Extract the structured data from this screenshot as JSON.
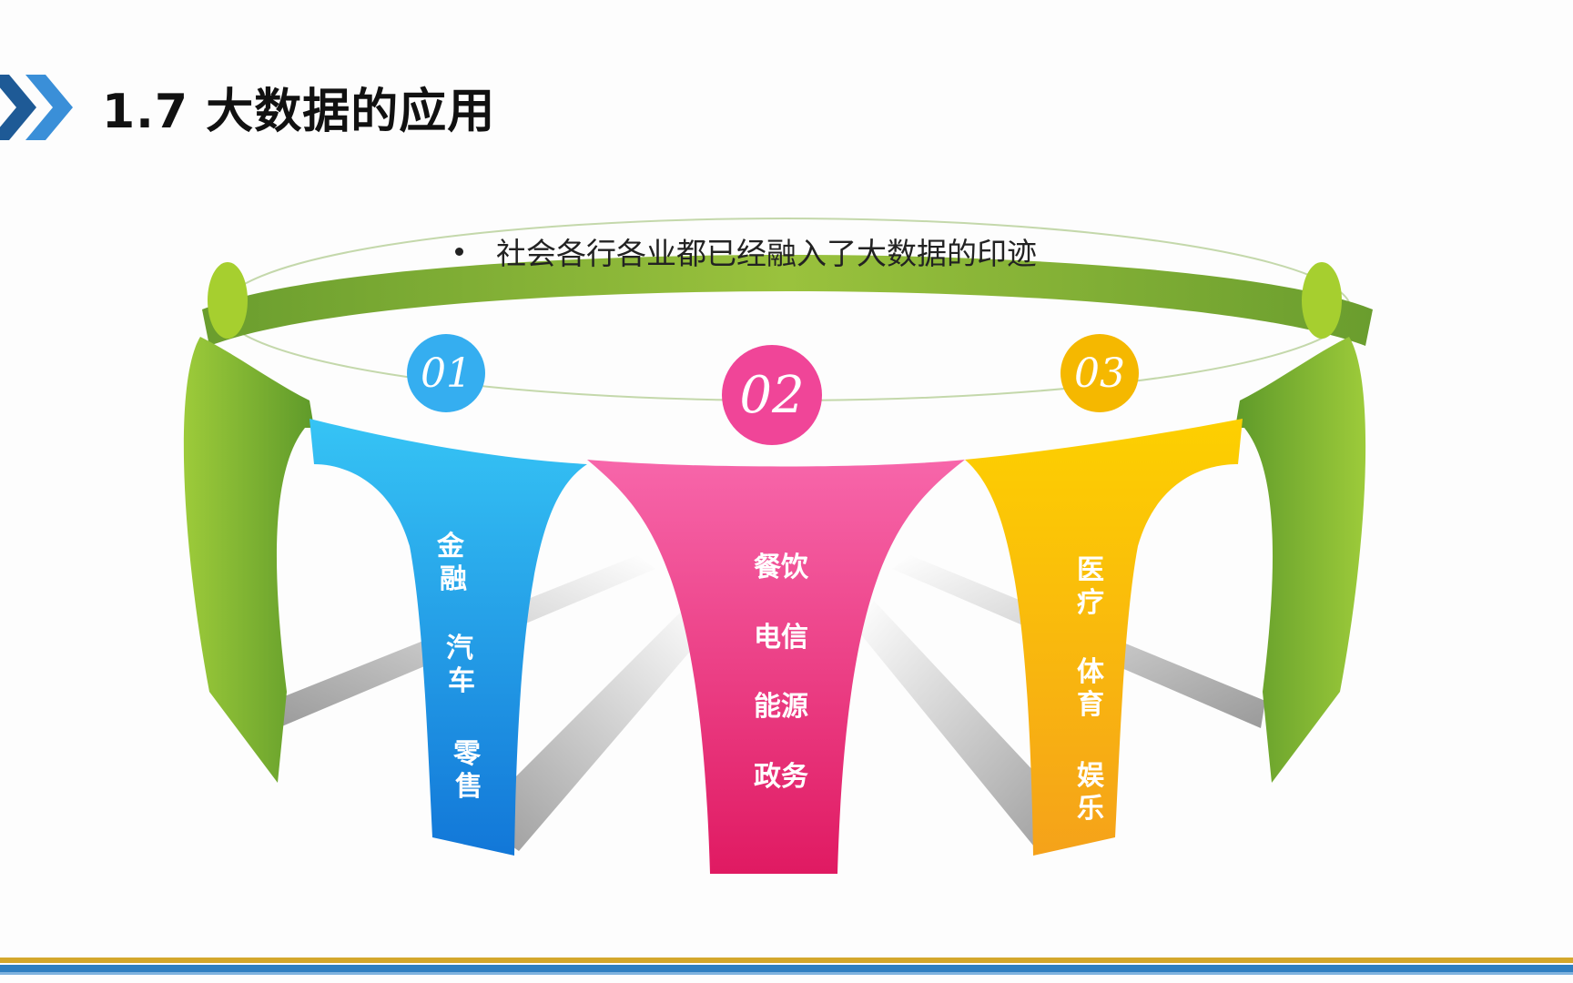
{
  "slide": {
    "title": "1.7 大数据的应用",
    "bullet": "社会各行各业都已经融入了大数据的印迹"
  },
  "diagram": {
    "sections": [
      {
        "number": "01",
        "color": "#2b9fe6",
        "circle_color": "#35aef0",
        "items": [
          "金融",
          "汽车",
          "零售"
        ]
      },
      {
        "number": "02",
        "color": "#ef2c86",
        "circle_color": "#f04598",
        "items": [
          "餐饮",
          "电信",
          "能源",
          "政务"
        ]
      },
      {
        "number": "03",
        "color": "#f7b912",
        "circle_color": "#f5b800",
        "items": [
          "医疗",
          "体育",
          "娱乐"
        ]
      }
    ],
    "figure_color": "#8cc63f"
  },
  "theme": {
    "accent_blue": "#1e5a96",
    "accent_light_blue": "#3a8fd8",
    "bar_gold": "#d4a72c",
    "bar_blue": "#2f7fc1"
  }
}
